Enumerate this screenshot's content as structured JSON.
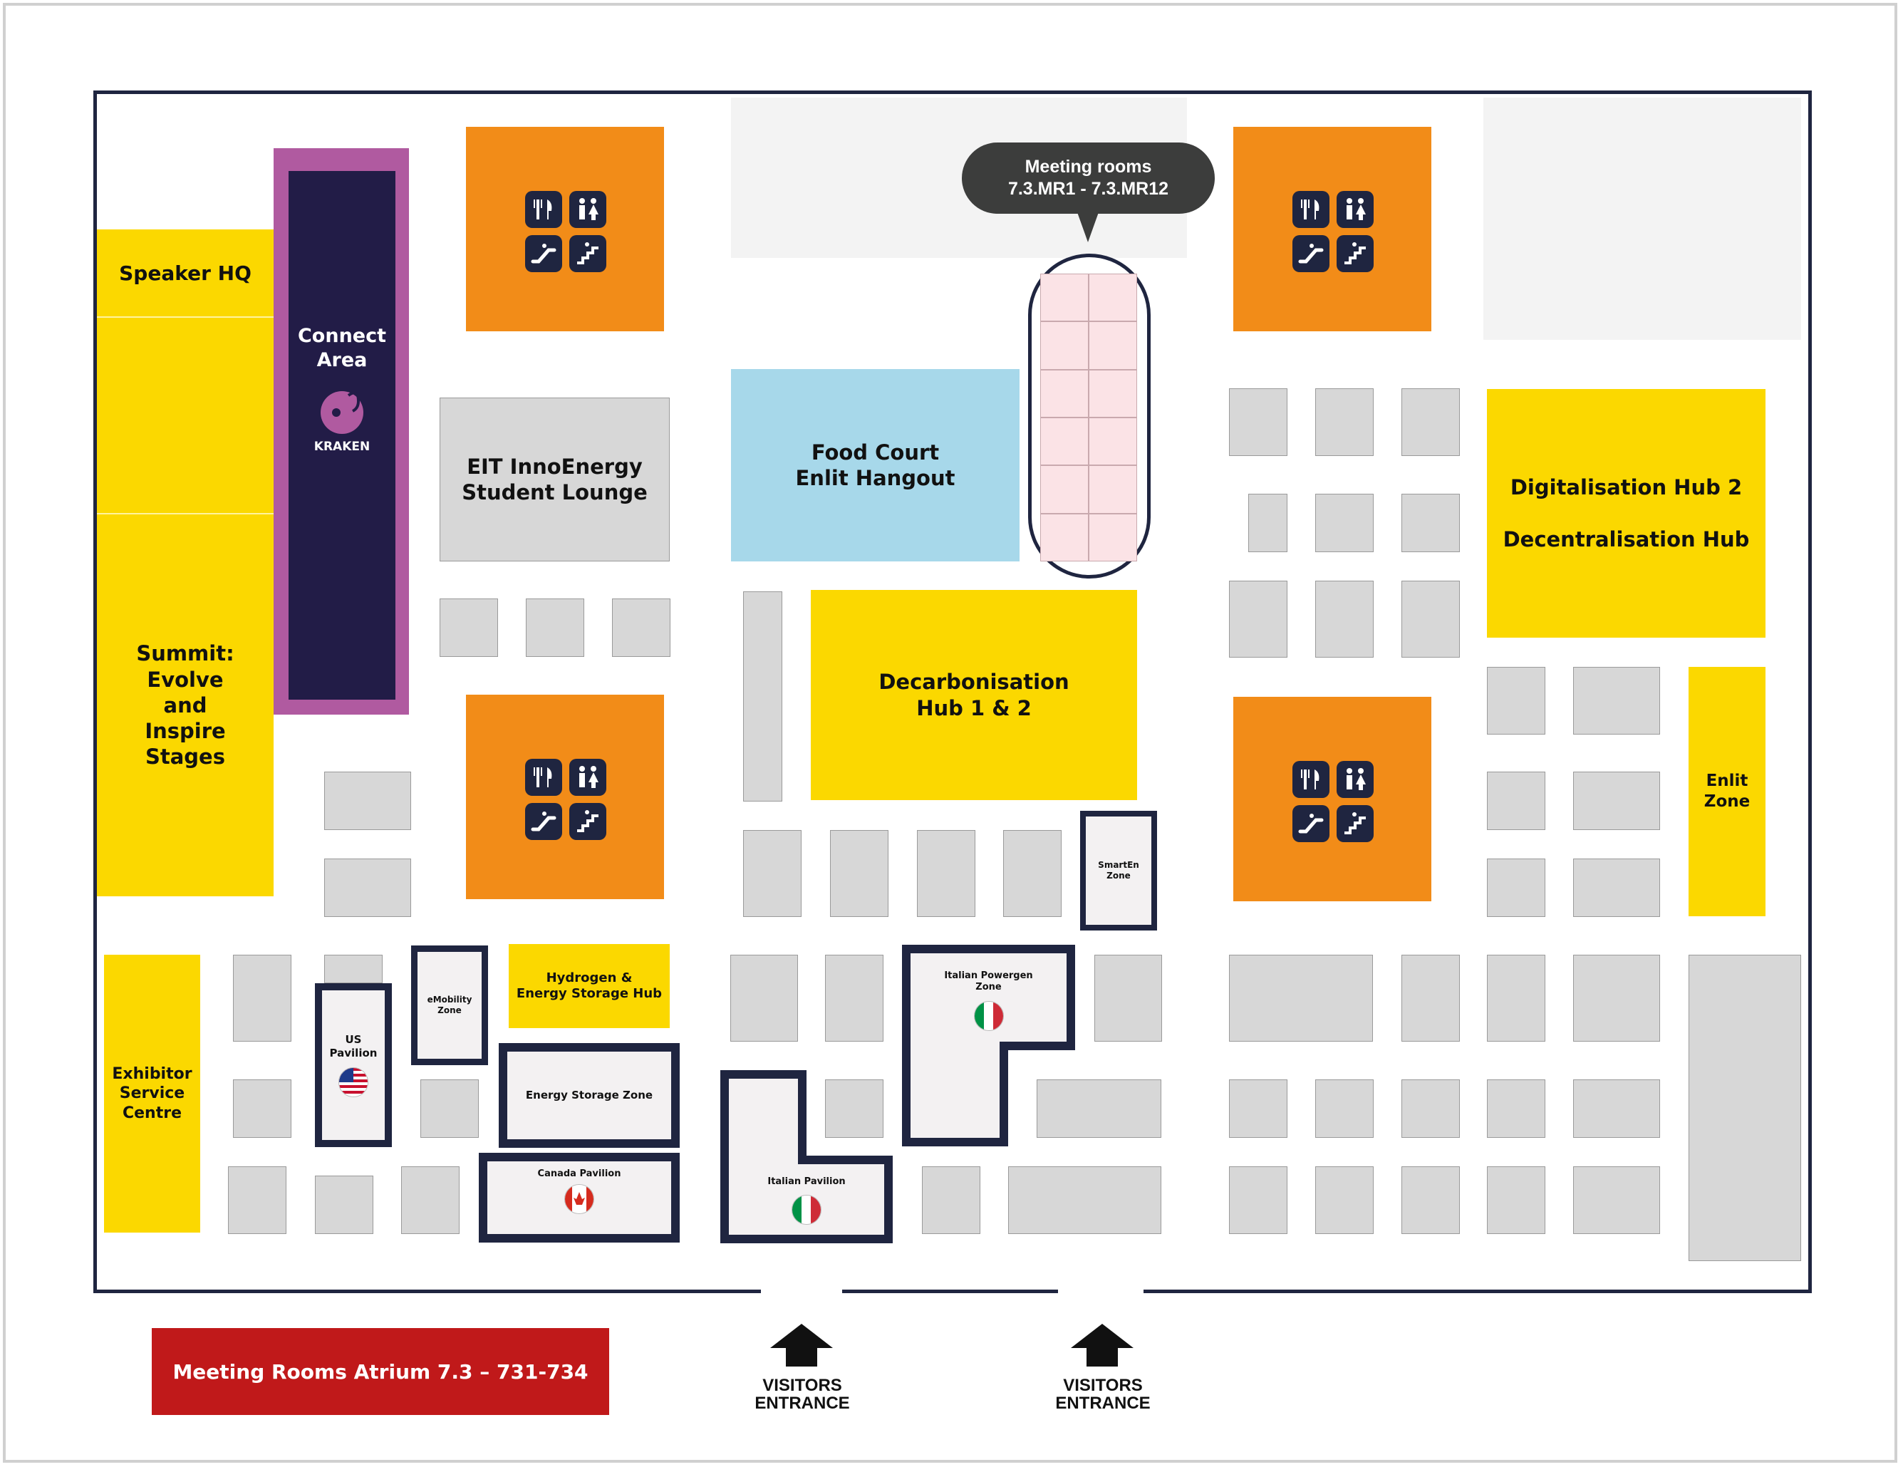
{
  "labels": {
    "speaker_hq": "Speaker HQ",
    "connect_area": "Connect\nArea",
    "kraken_logo": "KRAKEN",
    "summit": "Summit:\nEvolve\nand\nInspire\nStages",
    "eit_lounge": "EIT InnoEnergy\nStudent Lounge",
    "food_court": "Food Court\nEnlit Hangout",
    "meeting_rooms_callout": "Meeting rooms\n7.3.MR1 - 7.3.MR12",
    "decarbonisation": "Decarbonisation\nHub 1 & 2",
    "digitalisation": "Digitalisation Hub 2\n\nDecentralisation Hub",
    "enlit_zone": "Enlit\nZone",
    "smarten_zone": "SmartEn\nZone",
    "hydrogen": "Hydrogen &\nEnergy Storage Hub",
    "emobility": "eMobility\nZone",
    "us_pavilion": "US\nPavilion",
    "exhibitor_service": "Exhibitor\nService\nCentre",
    "energy_storage": "Energy Storage Zone",
    "canada_pavilion": "Canada Pavilion",
    "italian_pavilion": "Italian Pavilion",
    "italian_powergen": "Italian Powergen\nZone",
    "atrium": "Meeting Rooms Atrium 7.3 – 731-734",
    "entrance_left": "VISITORS\nENTRANCE",
    "entrance_right": "VISITORS\nENTRANCE"
  },
  "amenity_icons": [
    "fork-knife-icon",
    "restroom-icon",
    "escalator-icon",
    "stairs-icon"
  ],
  "colors": {
    "zone_yellow": "#fbd800",
    "amenity_orange": "#f28c18",
    "booth_grey": "#d7d7d7",
    "food_blue": "#a7d8ea",
    "connect_purple": "#b05aa0",
    "navy": "#1f2540",
    "atrium_red": "#c0191a"
  }
}
